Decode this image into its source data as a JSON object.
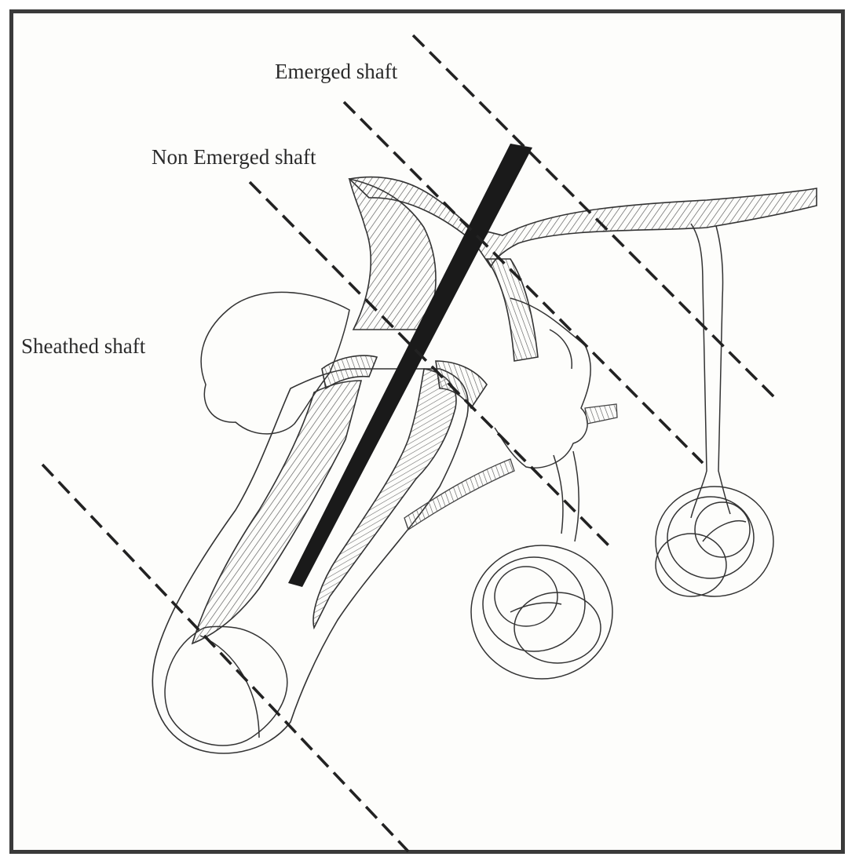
{
  "labels": {
    "emerged": "Emerged shaft",
    "non_emerged": "Non Emerged shaft",
    "sheathed": "Sheathed shaft"
  },
  "colors": {
    "ink": "#2b2b2b",
    "hair_shaft": "#1a1a1a",
    "background": "#fdfdfb",
    "border": "#3a3a3a"
  }
}
